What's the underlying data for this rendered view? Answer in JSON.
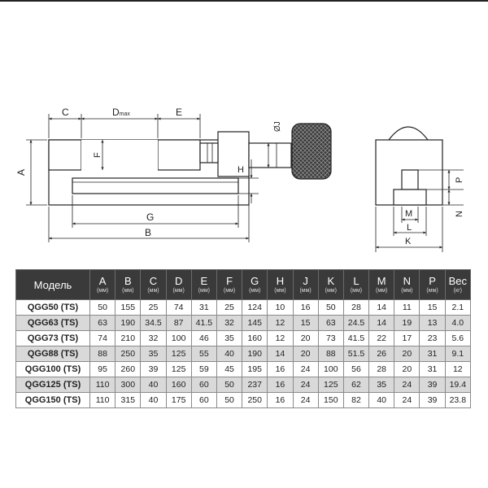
{
  "drawing": {
    "labels": {
      "C": "C",
      "D": "D",
      "Dsub": "max",
      "E": "E",
      "F": "F",
      "A": "A",
      "H": "H",
      "J": "ØJ",
      "G": "G",
      "B": "B",
      "P": "P",
      "M": "M",
      "N": "N",
      "L": "L",
      "K": "K"
    }
  },
  "table": {
    "model_header": "Модель",
    "columns": [
      {
        "label": "A",
        "unit": "(мм)"
      },
      {
        "label": "B",
        "unit": "(мм)"
      },
      {
        "label": "C",
        "unit": "(мм)"
      },
      {
        "label": "D",
        "unit": "(мм)"
      },
      {
        "label": "E",
        "unit": "(мм)"
      },
      {
        "label": "F",
        "unit": "(мм)"
      },
      {
        "label": "G",
        "unit": "(мм)"
      },
      {
        "label": "H",
        "unit": "(мм)"
      },
      {
        "label": "J",
        "unit": "(мм)"
      },
      {
        "label": "K",
        "unit": "(мм)"
      },
      {
        "label": "L",
        "unit": "(мм)"
      },
      {
        "label": "M",
        "unit": "(мм)"
      },
      {
        "label": "N",
        "unit": "(мм)"
      },
      {
        "label": "P",
        "unit": "(мм)"
      },
      {
        "label": "Вес",
        "unit": "(кг)"
      }
    ],
    "rows": [
      {
        "model": "QGG50 (TS)",
        "values": [
          "50",
          "155",
          "25",
          "74",
          "31",
          "25",
          "124",
          "10",
          "16",
          "50",
          "28",
          "14",
          "11",
          "15",
          "2.1"
        ]
      },
      {
        "model": "QGG63 (TS)",
        "values": [
          "63",
          "190",
          "34.5",
          "87",
          "41.5",
          "32",
          "145",
          "12",
          "15",
          "63",
          "24.5",
          "14",
          "19",
          "13",
          "4.0"
        ]
      },
      {
        "model": "QGG73 (TS)",
        "values": [
          "74",
          "210",
          "32",
          "100",
          "46",
          "35",
          "160",
          "12",
          "20",
          "73",
          "41.5",
          "22",
          "17",
          "23",
          "5.6"
        ]
      },
      {
        "model": "QGG88 (TS)",
        "values": [
          "88",
          "250",
          "35",
          "125",
          "55",
          "40",
          "190",
          "14",
          "20",
          "88",
          "51.5",
          "26",
          "20",
          "31",
          "9.1"
        ]
      },
      {
        "model": "QGG100 (TS)",
        "values": [
          "95",
          "260",
          "39",
          "125",
          "59",
          "45",
          "195",
          "16",
          "24",
          "100",
          "56",
          "28",
          "20",
          "31",
          "12"
        ]
      },
      {
        "model": "QGG125 (TS)",
        "values": [
          "110",
          "300",
          "40",
          "160",
          "60",
          "50",
          "237",
          "16",
          "24",
          "125",
          "62",
          "35",
          "24",
          "39",
          "19.4"
        ]
      },
      {
        "model": "QGG150 (TS)",
        "values": [
          "110",
          "315",
          "40",
          "175",
          "60",
          "50",
          "250",
          "16",
          "24",
          "150",
          "82",
          "40",
          "24",
          "39",
          "23.8"
        ]
      }
    ]
  }
}
